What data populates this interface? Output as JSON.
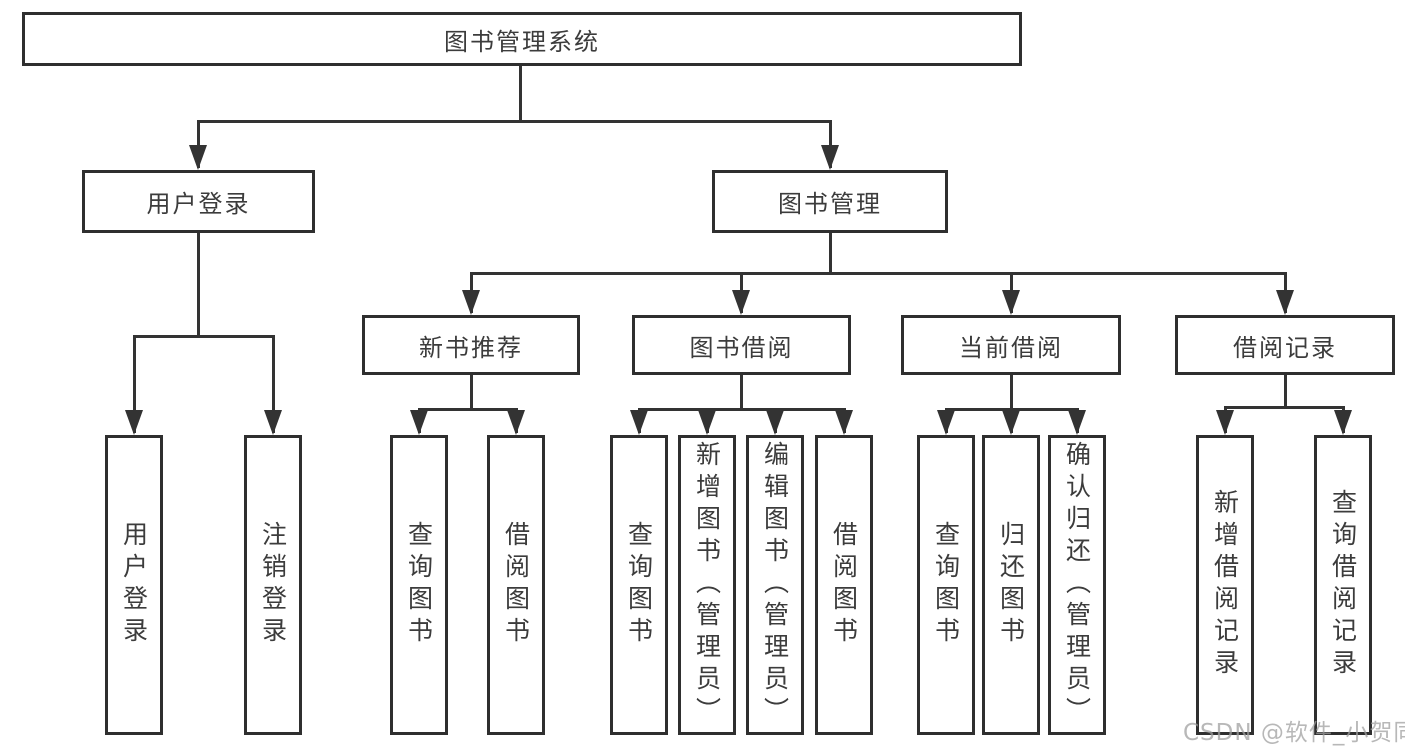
{
  "nodes": {
    "root": {
      "label": "图书管理系统"
    },
    "user_login": {
      "label": "用户登录"
    },
    "book_mgmt": {
      "label": "图书管理"
    },
    "new_book_rec": {
      "label": "新书推荐"
    },
    "book_borrow": {
      "label": "图书借阅"
    },
    "current_borrow": {
      "label": "当前借阅"
    },
    "borrow_records": {
      "label": "借阅记录"
    },
    "leaves": {
      "user_login": {
        "label": "用户登录"
      },
      "logout": {
        "label": "注销登录"
      },
      "nbr_query": {
        "label": "查询图书"
      },
      "nbr_borrow": {
        "label": "借阅图书"
      },
      "bb_query": {
        "label": "查询图书"
      },
      "bb_add": {
        "label": "新增图书（管理员）"
      },
      "bb_edit": {
        "label": "编辑图书（管理员）"
      },
      "bb_borrow": {
        "label": "借阅图书"
      },
      "cb_query": {
        "label": "查询图书"
      },
      "cb_return": {
        "label": "归还图书"
      },
      "cb_confirm": {
        "label": "确认归还（管理员）"
      },
      "br_add": {
        "label": "新增借阅记录"
      },
      "br_query": {
        "label": "查询借阅记录"
      }
    }
  },
  "watermark": "CSDN @软件_小贺同学",
  "colors": {
    "line": "#333333",
    "border": "#2f2f2f",
    "text": "#3c3c3c",
    "watermark": "#a0a0a0",
    "background": "#ffffff"
  }
}
